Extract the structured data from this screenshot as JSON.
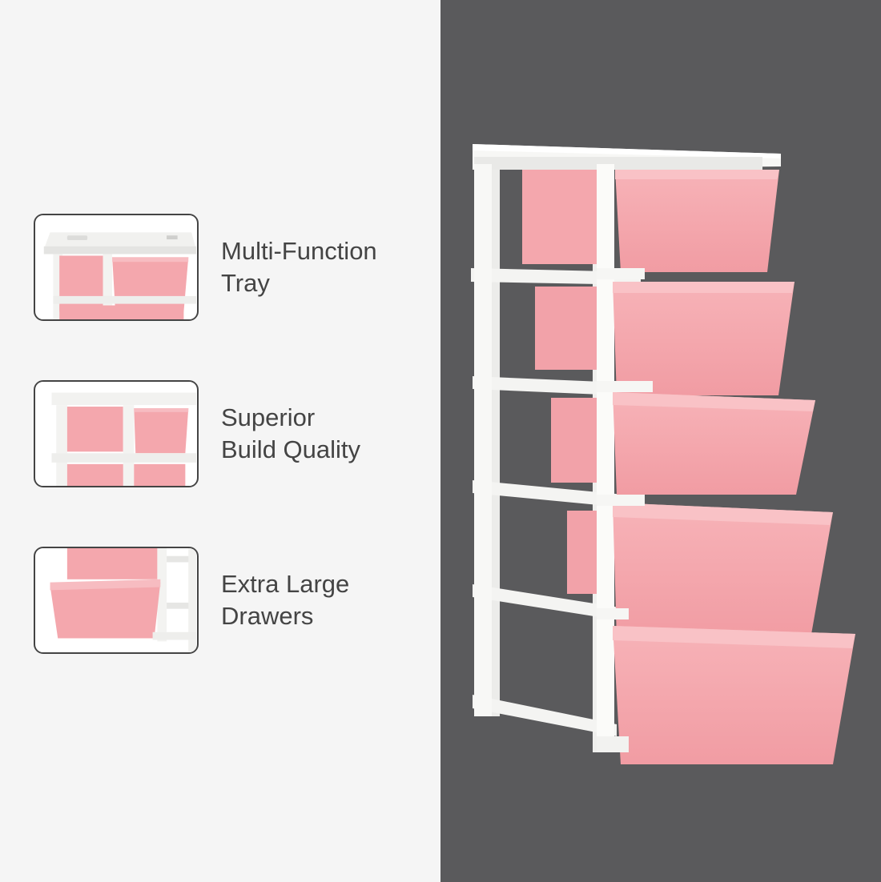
{
  "features": [
    {
      "line1": "Multi-Function",
      "line2": "Tray"
    },
    {
      "line1": "Superior",
      "line2": "Build Quality"
    },
    {
      "line1": "Extra Large",
      "line2": "Drawers"
    }
  ],
  "colors": {
    "left_background": "#f5f5f5",
    "right_background": "#5a5a5c",
    "drawer_pink": "#f4a7ad",
    "frame_white": "#f7f7f5",
    "text": "#444444",
    "thumb_border": "#444444"
  }
}
